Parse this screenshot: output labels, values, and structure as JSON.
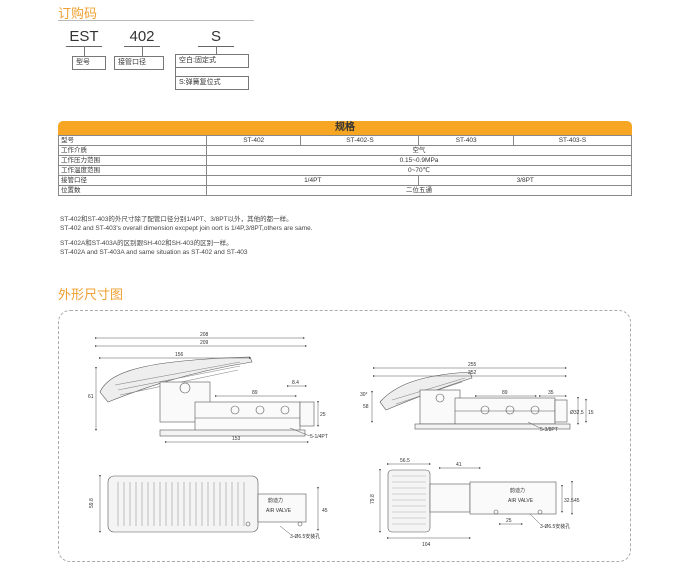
{
  "ordering": {
    "title": "订购码",
    "codes": [
      "EST",
      "402",
      "S"
    ],
    "labels": [
      "型号",
      "接管口径"
    ],
    "options": [
      "空白:固定式",
      "S:弹簧复位式"
    ]
  },
  "specs": {
    "title": "规格",
    "rows": [
      {
        "label": "型号",
        "cells": [
          "ST-402",
          "ST-402-S",
          "ST-403",
          "ST-403-S"
        ]
      },
      {
        "label": "工作介质",
        "cells": [
          "空气"
        ]
      },
      {
        "label": "工作压力范围",
        "cells": [
          "0.15~0.9MPa"
        ]
      },
      {
        "label": "工作温度范围",
        "cells": [
          "0~70℃"
        ]
      },
      {
        "label": "接管口径",
        "cells": [
          "1/4PT",
          "3/8PT"
        ]
      },
      {
        "label": "位置数",
        "cells": [
          "二位五通"
        ]
      }
    ]
  },
  "notes": [
    "ST-402和ST-403的外尺寸除了配管口径分别1/4PT、3/8PT以外，其他的都一样。",
    "ST-402 and ST-403's overall dimension excpept join oort is 1/4P,3/8PT,others are same.",
    "ST-402A和ST-403A的区别跟SH-402和SH-403的区别一样。",
    "ST-402A and ST-403A and same situation as ST-402 and ST-403"
  ],
  "dimensions": {
    "title": "外形尺寸图",
    "left_side": {
      "d208": "208",
      "d209": "209",
      "d156": "156",
      "d84": "8.4",
      "d89": "89",
      "d25": "25",
      "d153": "153",
      "d61": "61",
      "port": "5-1/4PT"
    },
    "right_side": {
      "d255": "255",
      "d252": "252",
      "d89": "89",
      "d35": "35",
      "d58": "58",
      "d30deg": "30°",
      "d325": "Ø32.5",
      "d15": "15",
      "port": "5-3/8PT"
    },
    "left_top": {
      "d598": "59.8",
      "d45": "45",
      "label_cn": "韵迪力",
      "label_en": "AIR VALVE",
      "hole": "3-Ø6.5安装孔"
    },
    "right_top": {
      "d565": "56.5",
      "d41": "41",
      "d798": "79.8",
      "d25": "25",
      "d104": "104",
      "d325": "32.5",
      "d45": "45",
      "label_cn": "韵迪力",
      "label_en": "AIR VALVE",
      "hole": "3-Ø6.5安装孔"
    }
  }
}
